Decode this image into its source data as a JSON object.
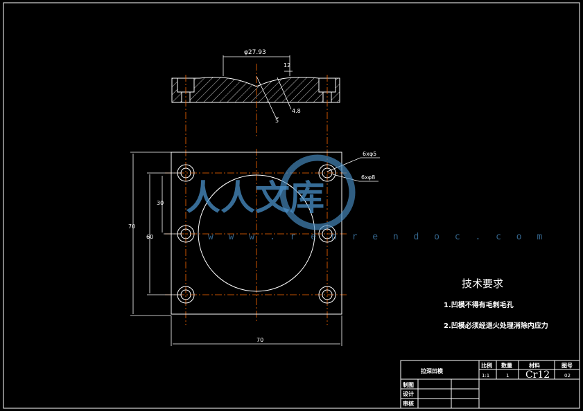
{
  "watermark": {
    "main": "人人文库",
    "url": "w w w . r e n r e n d o c . c o m"
  },
  "section_view": {
    "dim_diameter": "φ27.93",
    "dim_width_top": "12",
    "dim_radius_small": "5",
    "dim_depth": "4.8"
  },
  "plan_view": {
    "callout_small_holes": "6xφ5",
    "callout_large_holes": "6xφ8",
    "dim_30": "30",
    "dim_60": "60",
    "dim_70_vertical": "70",
    "dim_70_horizontal": "70"
  },
  "tech_requirements": {
    "title": "技术要求",
    "items": [
      "1.凹模不得有毛刺毛孔",
      "2.凹模必须经退火处理消除内应力"
    ]
  },
  "title_block": {
    "part_name": "拉深凹模",
    "col_scale": "比例",
    "col_qty": "数量",
    "col_material": "材料",
    "col_drawing_no": "图号",
    "scale": "1:1",
    "qty": "1",
    "material": "Cr12",
    "drawing_no": "02",
    "row_drawn": "制图",
    "row_design": "设计",
    "row_check": "审核"
  }
}
